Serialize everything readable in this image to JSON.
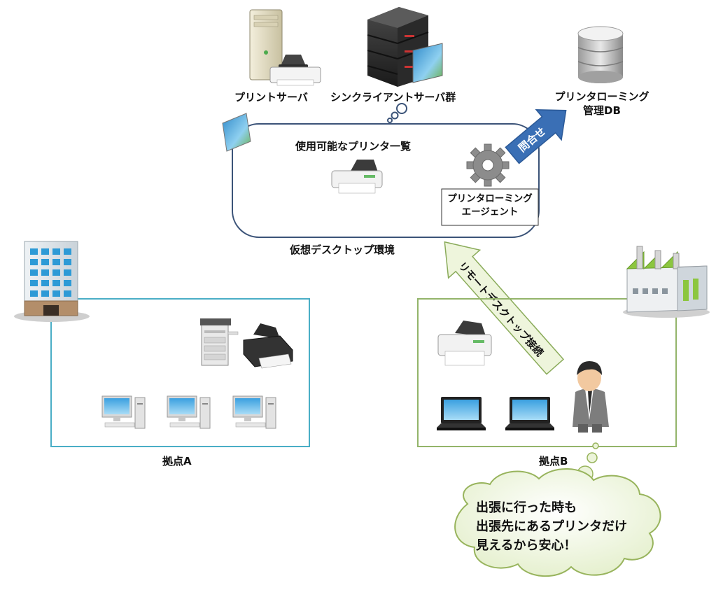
{
  "servers": {
    "print_server": "プリントサーバ",
    "thin_client_servers": "シンクライアントサーバ群",
    "roaming_db_line1": "プリンタローミング",
    "roaming_db_line2": "管理DB"
  },
  "vdi": {
    "printer_list": "使用可能なプリンタ一覧",
    "agent_line1": "プリンタローミング",
    "agent_line2": "エージェント",
    "environment": "仮想デスクトップ環境",
    "query_arrow": "問合せ"
  },
  "site_a": {
    "label": "拠点A"
  },
  "site_b": {
    "label": "拠点B"
  },
  "remote_arrow": "リモートデスクトップ接続",
  "speech": {
    "line1": "出張に行った時も",
    "line2": "出張先にあるプリンタだけ",
    "line3": "見えるから安心！"
  },
  "colors": {
    "vdi_border": "#3b5378",
    "site_a_border": "#4aaec6",
    "site_b_border": "#93b46a",
    "query_arrow": "#3a6fb5",
    "remote_arrow_fill": "#eef5dc",
    "remote_arrow_border": "#8aab5a",
    "cloud_fill": "#ecf4da",
    "cloud_border": "#98b45d",
    "factory_roof": "#8cc63f"
  }
}
